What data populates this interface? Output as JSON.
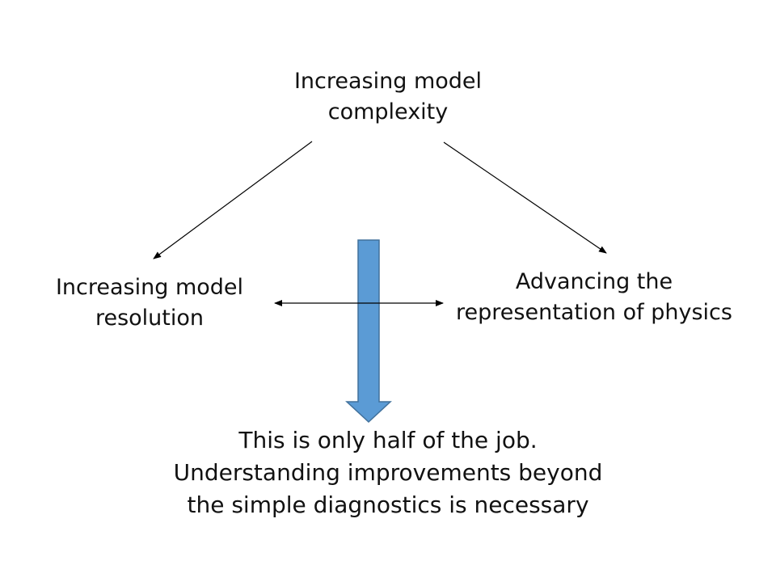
{
  "diagram": {
    "top": {
      "lines": [
        "Increasing model",
        "complexity"
      ]
    },
    "left": {
      "lines": [
        "Increasing model",
        "resolution"
      ]
    },
    "right": {
      "lines": [
        "Advancing the",
        "representation of physics"
      ]
    },
    "bottom": {
      "lines": [
        "This is only half of the job.",
        "Understanding improvements beyond",
        "the simple diagnostics is necessary"
      ]
    },
    "colors": {
      "big_arrow_fill": "#5b9bd5",
      "big_arrow_stroke": "#41719c",
      "line": "#000000"
    }
  }
}
